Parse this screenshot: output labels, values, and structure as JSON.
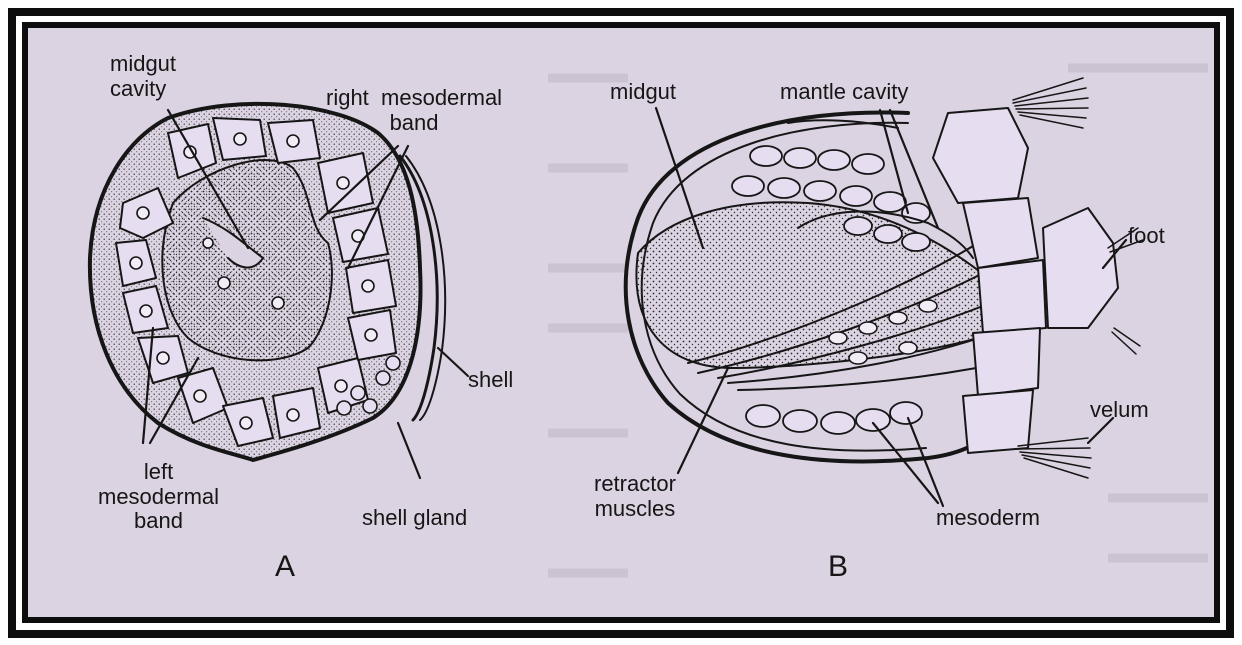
{
  "figure": {
    "colors": {
      "background": "#dcd3e2",
      "ink": "#161616",
      "frame": "#0d0d0d"
    },
    "panel_a": {
      "letter": "A",
      "labels": {
        "midgut_cavity": "midgut\ncavity",
        "right_mesodermal_band": "right  mesodermal\nband",
        "shell": "shell",
        "shell_gland": "shell  gland",
        "left_mesodermal_band": "left\nmesodermal\nband"
      }
    },
    "panel_b": {
      "letter": "B",
      "labels": {
        "midgut": "midgut",
        "mantle_cavity": "mantle  cavity",
        "foot": "foot",
        "velum": "velum",
        "retractor_muscles": "retractor\nmuscles",
        "mesoderm": "mesoderm"
      }
    }
  }
}
